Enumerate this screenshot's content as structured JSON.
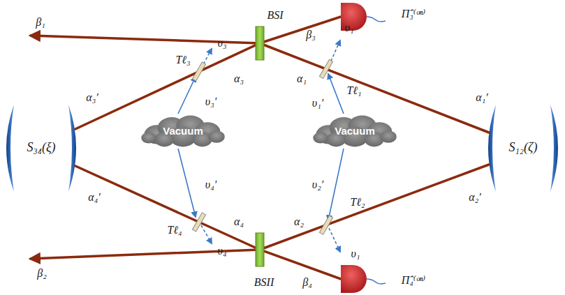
{
  "diagram": {
    "nodes": [
      {
        "text": [
          "Vacuum"
        ]
      },
      {
        "text": [
          "Vacuum"
        ]
      }
    ],
    "labels": [
      "β₁",
      "BSI",
      "β₃",
      "υ₁",
      "υ₃",
      "Tℓ₃",
      "α₃",
      "α₁",
      "Tℓ₁",
      "α₃′",
      "α₁′",
      "υ₃′",
      "υ₁′",
      "S₃₄(ξ)",
      "S₁₂(ζ)",
      "α₄′",
      "α₂′",
      "υ₄′",
      "υ₂′",
      "Tℓ₄",
      "Tℓ₂",
      "α₄",
      "α₂",
      "υ₄",
      "υ₁",
      "β₂",
      "BSII",
      "β₄",
      "Π̂₃⁽ᵒⁿ⁾",
      "Π̂₄⁽ᵒⁿ⁾"
    ]
  }
}
